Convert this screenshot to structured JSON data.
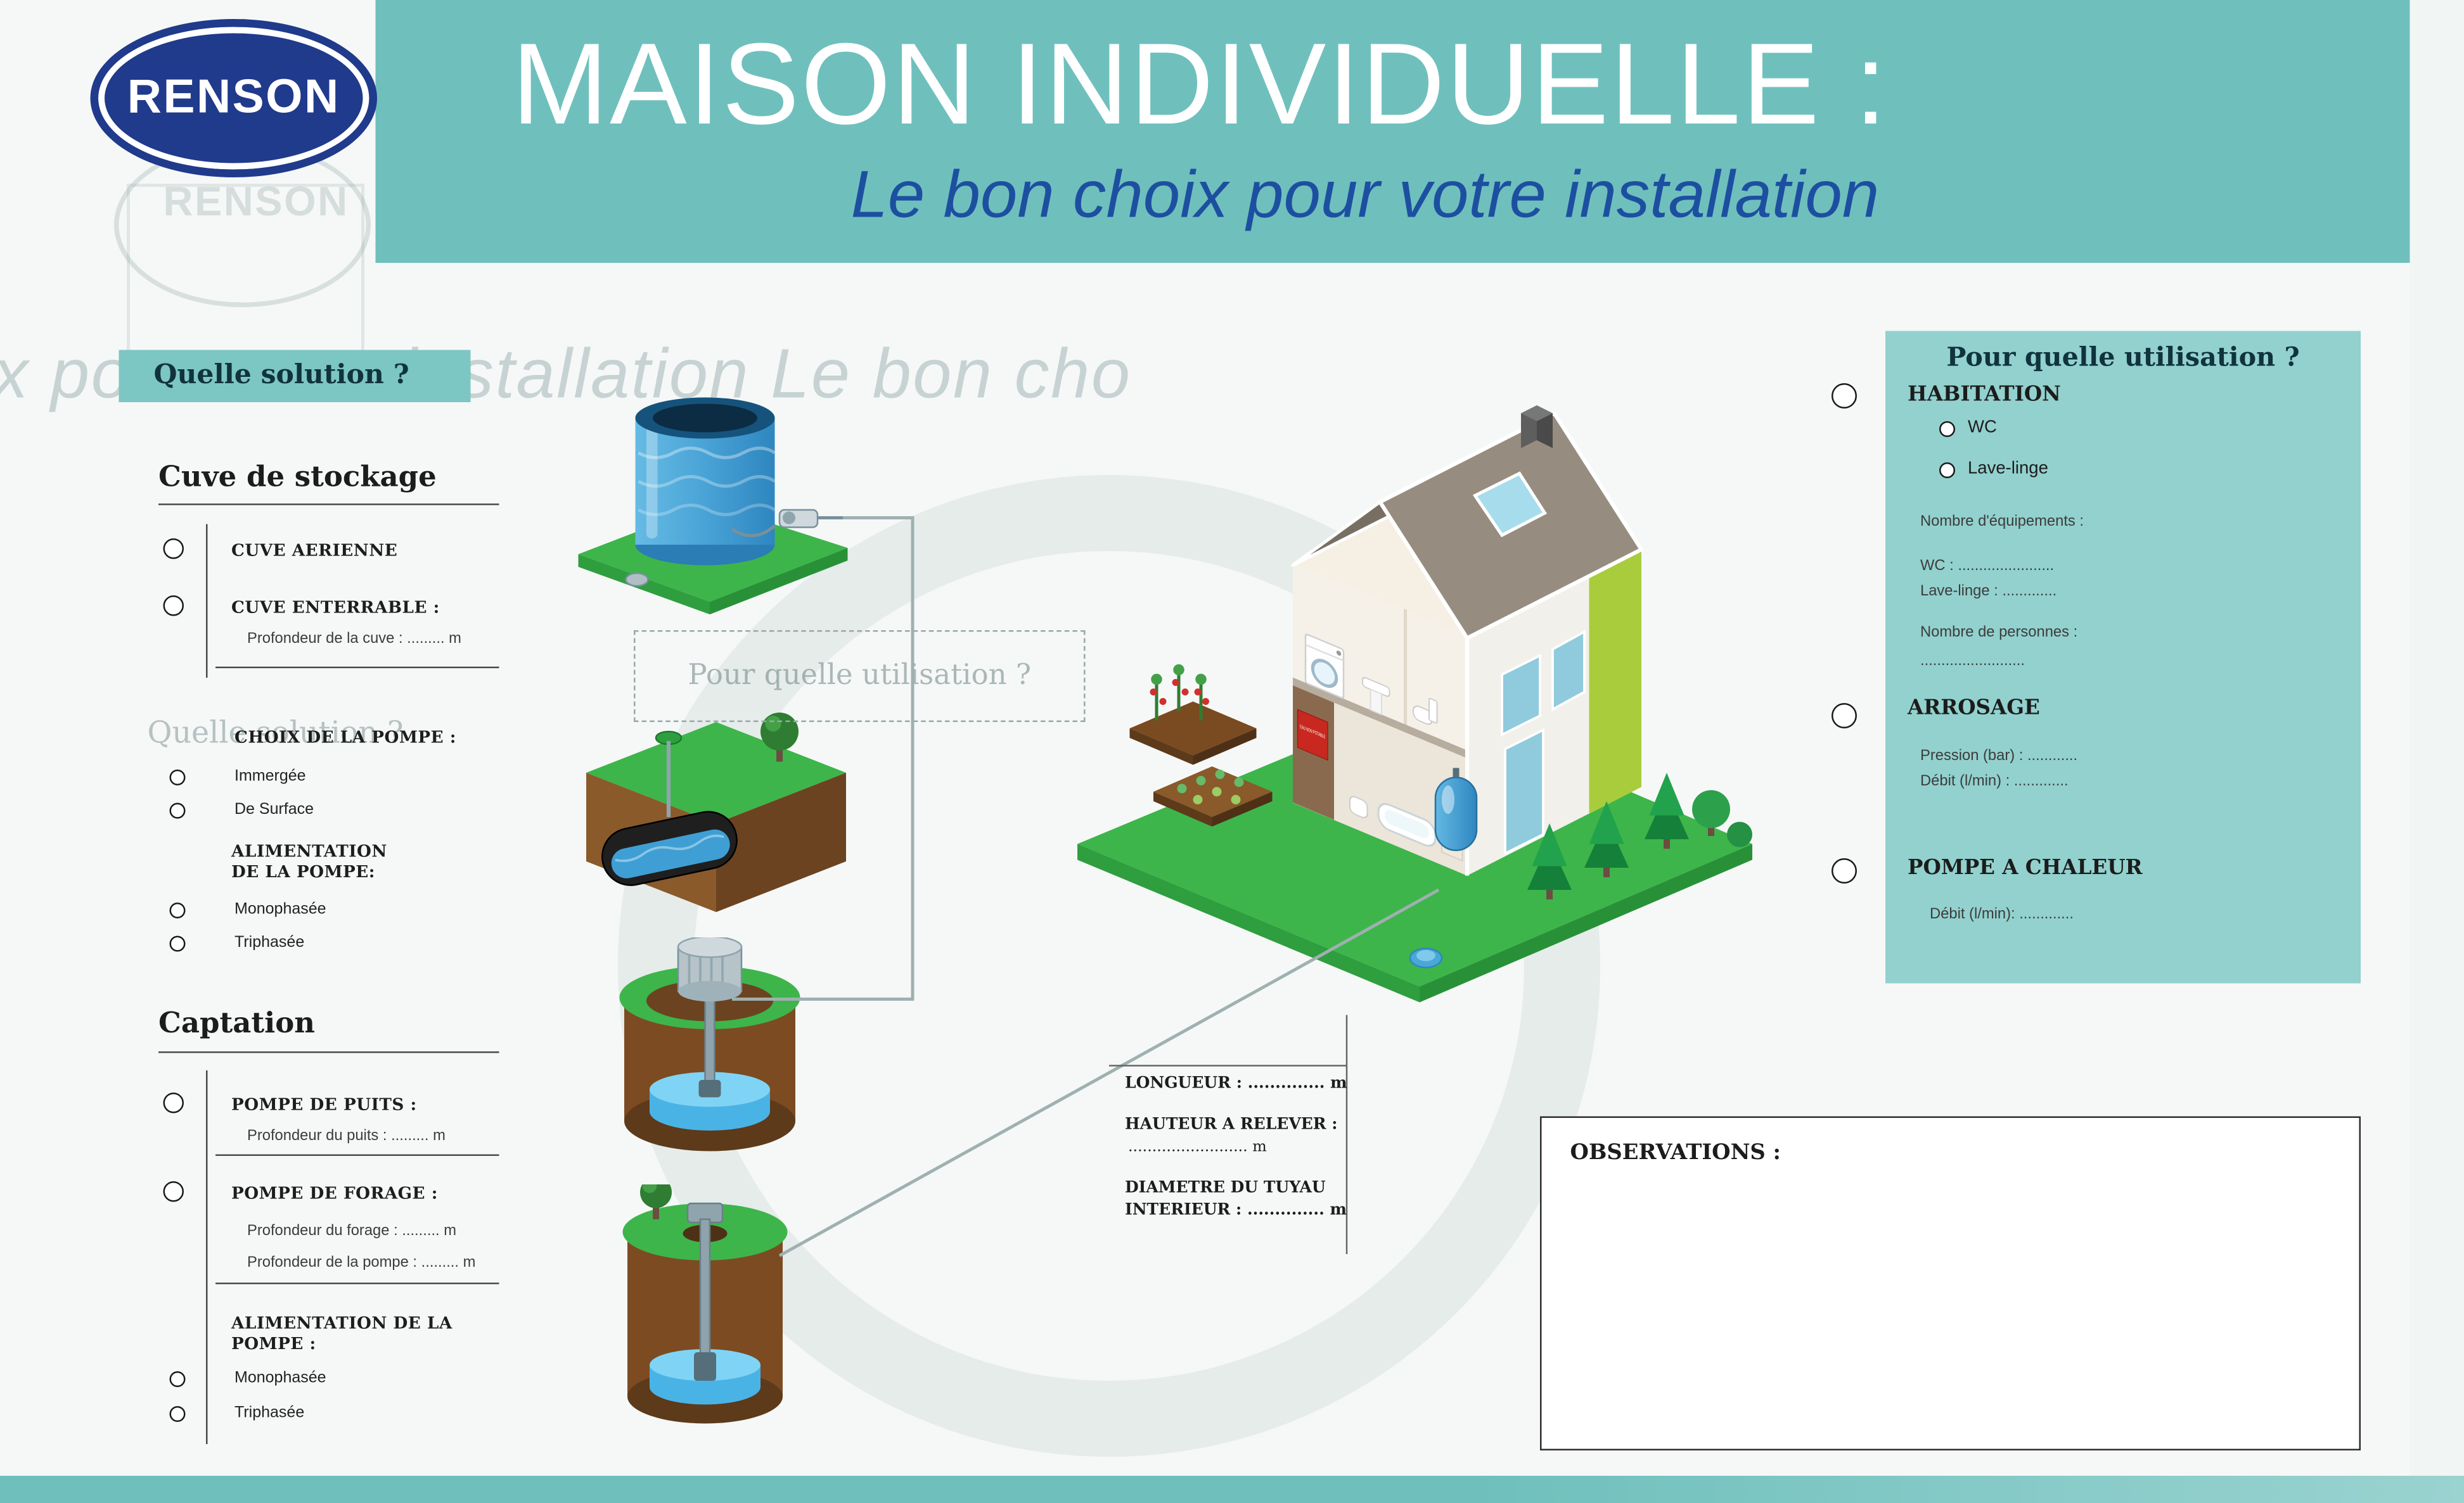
{
  "colors": {
    "header_teal": "#6fc0bd",
    "panel_teal": "#92d1ce",
    "box_teal": "#7cc6c3",
    "navy": "#203a8c",
    "subtitle_blue": "#1d4fa1",
    "grass_green": "#3db54a",
    "sign_red": "#c8281f"
  },
  "header": {
    "logo_text": "RENSON",
    "title": "MAISON INDIVIDUELLE :",
    "subtitle": "Le bon choix pour votre installation"
  },
  "solution": {
    "heading": "Quelle solution ?",
    "storage": {
      "title": "Cuve de stockage",
      "opt_aerial": "CUVE AERIENNE",
      "opt_buried": "CUVE ENTERRABLE :",
      "buried_depth": "Profondeur de la cuve : ......... m",
      "pump_title": "CHOIX DE LA POMPE :",
      "pump_opts": [
        "Immergée",
        "De Surface"
      ],
      "power_line1": "ALIMENTATION",
      "power_line2": "DE LA POMPE:",
      "power_opts": [
        "Monophasée",
        "Triphasée"
      ]
    },
    "captation": {
      "title": "Captation",
      "well_label": "POMPE DE PUITS :",
      "well_depth": "Profondeur du puits : ......... m",
      "bore_label": "POMPE DE FORAGE :",
      "bore_depth": "Profondeur du forage : ......... m",
      "bore_pump_depth": "Profondeur de la pompe : ......... m",
      "power_line1": "ALIMENTATION DE LA",
      "power_line2": "POMPE :",
      "power_opts": [
        "Monophasée",
        "Triphasée"
      ]
    }
  },
  "measurements": {
    "length": "LONGUEUR : .............. m",
    "lift_label": "HAUTEUR A RELEVER :",
    "lift_value": "......................... m",
    "pipe_label1": "DIAMETRE DU TUYAU",
    "pipe_label2": "INTERIEUR : .............. m"
  },
  "usage": {
    "title": "Pour quelle utilisation ?",
    "habitation": {
      "label": "HABITATION",
      "opts": [
        "WC",
        "Lave-linge"
      ],
      "equip_label": "Nombre d'équipements :",
      "wc_line": "WC : .......................",
      "laundry_line": "Lave-linge : .............",
      "people_label": "Nombre de personnes :",
      "people_line": "........................."
    },
    "arrosage": {
      "label": "ARROSAGE",
      "pressure_line": "Pression (bar) : ............",
      "flow_line": "Débit (l/min) : ............."
    },
    "heat_pump": {
      "label": "POMPE A CHALEUR",
      "flow_line": "Débit (l/min): ............."
    }
  },
  "observations": {
    "title": "OBSERVATIONS :"
  },
  "house": {
    "sign": "EAU NON POTABLE"
  },
  "watermarks": {
    "band_text": "ix pour votre installation      Le bon cho",
    "ghost_solution": "Quelle solution ?",
    "ghost_usage": "Pour quelle utilisation ?"
  }
}
